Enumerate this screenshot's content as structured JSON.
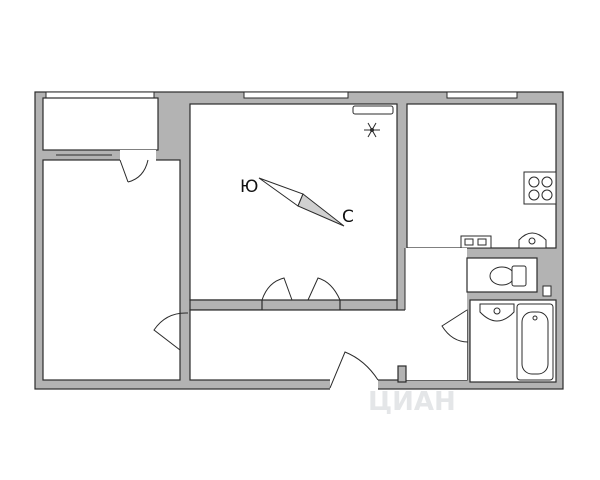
{
  "compass": {
    "south_label": "Ю",
    "north_label": "С"
  },
  "icons": {
    "snowflake": "snowflake-icon",
    "stove": "stove-icon",
    "toilet": "toilet-icon",
    "sink": "sink-icon",
    "bathtub": "bathtub-icon"
  },
  "watermark": "ЦИАН",
  "colors": {
    "wall": "#b3b3b3",
    "line": "#2b2b2b",
    "background": "#ffffff"
  }
}
